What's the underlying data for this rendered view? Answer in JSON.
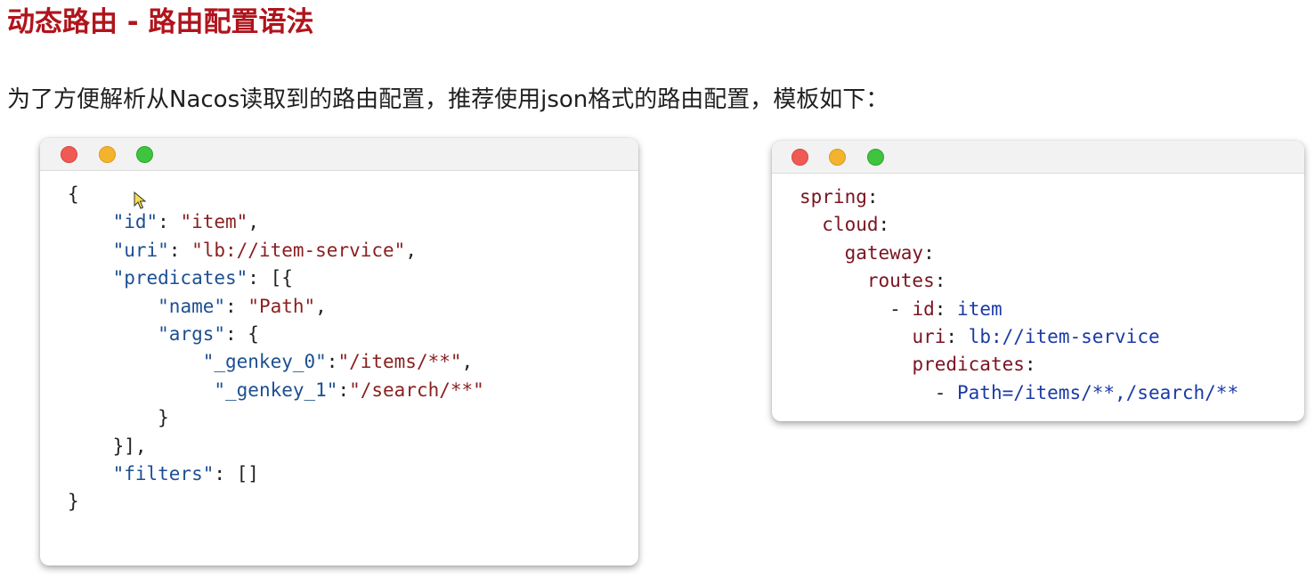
{
  "heading": {
    "title": "动态路由 - 路由配置语法",
    "description": "为了方便解析从Nacos读取到的路由配置，推荐使用json格式的路由配置，模板如下："
  },
  "colors": {
    "title": "#b0141c",
    "json_key": "#1d4f91",
    "json_string": "#8a1f1f",
    "yaml_key": "#7a1421",
    "yaml_value": "#1b3aa6"
  },
  "json_window": {
    "buttons": [
      "close",
      "minimize",
      "maximize"
    ],
    "lines": [
      {
        "indent": "",
        "parts": [
          {
            "t": "{",
            "c": "punc"
          }
        ]
      },
      {
        "indent": "    ",
        "parts": [
          {
            "t": "\"id\"",
            "c": "key"
          },
          {
            "t": ": ",
            "c": "punc"
          },
          {
            "t": "\"item\"",
            "c": "str"
          },
          {
            "t": ",",
            "c": "punc"
          }
        ]
      },
      {
        "indent": "    ",
        "parts": [
          {
            "t": "\"uri\"",
            "c": "key"
          },
          {
            "t": ": ",
            "c": "punc"
          },
          {
            "t": "\"lb://item-service\"",
            "c": "str"
          },
          {
            "t": ",",
            "c": "punc"
          }
        ]
      },
      {
        "indent": "    ",
        "parts": [
          {
            "t": "\"predicates\"",
            "c": "key"
          },
          {
            "t": ": [{",
            "c": "punc"
          }
        ]
      },
      {
        "indent": "        ",
        "parts": [
          {
            "t": "\"name\"",
            "c": "key"
          },
          {
            "t": ": ",
            "c": "punc"
          },
          {
            "t": "\"Path\"",
            "c": "str"
          },
          {
            "t": ",",
            "c": "punc"
          }
        ]
      },
      {
        "indent": "        ",
        "parts": [
          {
            "t": "\"args\"",
            "c": "key"
          },
          {
            "t": ": {",
            "c": "punc"
          }
        ]
      },
      {
        "indent": "            ",
        "parts": [
          {
            "t": "\"_genkey_0\"",
            "c": "key"
          },
          {
            "t": ":",
            "c": "punc"
          },
          {
            "t": "\"/items/**\"",
            "c": "str"
          },
          {
            "t": ",",
            "c": "punc"
          }
        ]
      },
      {
        "indent": "             ",
        "parts": [
          {
            "t": "\"_genkey_1\"",
            "c": "key"
          },
          {
            "t": ":",
            "c": "punc"
          },
          {
            "t": "\"/search/**\"",
            "c": "str"
          }
        ]
      },
      {
        "indent": "        ",
        "parts": [
          {
            "t": "}",
            "c": "punc"
          }
        ]
      },
      {
        "indent": "    ",
        "parts": [
          {
            "t": "}],",
            "c": "punc"
          }
        ]
      },
      {
        "indent": "    ",
        "parts": [
          {
            "t": "\"filters\"",
            "c": "key"
          },
          {
            "t": ": []",
            "c": "punc"
          }
        ]
      },
      {
        "indent": "",
        "parts": [
          {
            "t": "}",
            "c": "punc"
          }
        ]
      }
    ]
  },
  "yaml_window": {
    "buttons": [
      "close",
      "minimize",
      "maximize"
    ],
    "lines": [
      {
        "indent": "",
        "parts": [
          {
            "t": "spring",
            "c": "ykey"
          },
          {
            "t": ":",
            "c": "punc"
          }
        ]
      },
      {
        "indent": "  ",
        "parts": [
          {
            "t": "cloud",
            "c": "ykey"
          },
          {
            "t": ":",
            "c": "punc"
          }
        ]
      },
      {
        "indent": "    ",
        "parts": [
          {
            "t": "gateway",
            "c": "ykey"
          },
          {
            "t": ":",
            "c": "punc"
          }
        ]
      },
      {
        "indent": "      ",
        "parts": [
          {
            "t": "routes",
            "c": "ykey"
          },
          {
            "t": ":",
            "c": "punc"
          }
        ]
      },
      {
        "indent": "        ",
        "parts": [
          {
            "t": "- ",
            "c": "punc"
          },
          {
            "t": "id",
            "c": "ykey"
          },
          {
            "t": ": ",
            "c": "punc"
          },
          {
            "t": "item",
            "c": "yval"
          }
        ]
      },
      {
        "indent": "          ",
        "parts": [
          {
            "t": "uri",
            "c": "ykey"
          },
          {
            "t": ": ",
            "c": "punc"
          },
          {
            "t": "lb://item-service",
            "c": "yval"
          }
        ]
      },
      {
        "indent": "          ",
        "parts": [
          {
            "t": "predicates",
            "c": "ykey"
          },
          {
            "t": ":",
            "c": "punc"
          }
        ]
      },
      {
        "indent": "            ",
        "parts": [
          {
            "t": "- ",
            "c": "punc"
          },
          {
            "t": "Path=/items/**,/search/**",
            "c": "yval"
          }
        ]
      }
    ]
  }
}
